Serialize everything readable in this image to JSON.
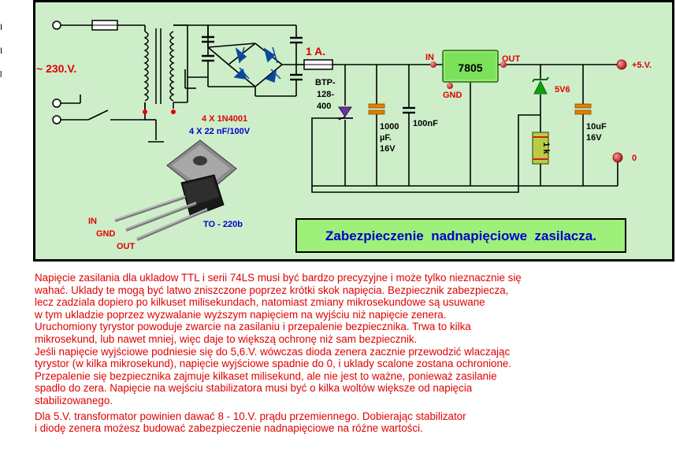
{
  "edge_marks": [
    "I",
    "I",
    "l"
  ],
  "diagram": {
    "mains_label": "~ 230.V.",
    "fuse_label": "1 A.",
    "diodes_label": "4 X 1N4001",
    "caps_label": "4 X 22 nF/100V",
    "thyristor_label": [
      "BTP-",
      "128-",
      "400"
    ],
    "cap1000_label": [
      "1000",
      "µF.",
      "16V"
    ],
    "cap100n_label": "100nF",
    "regulator_label": "7805",
    "reg_in_label": "IN",
    "reg_out_label": "OUT",
    "reg_gnd_label": "GND",
    "zener_label": "5V6",
    "resistor_label": "1 k",
    "cap10u_label": [
      "10uF",
      "16V"
    ],
    "out_plus_label": "+5.V.",
    "out_zero_label": "0",
    "package_label": "TO - 220b",
    "pin_labels": [
      "IN",
      "GND",
      "OUT"
    ],
    "title": "Zabezpieczenie  nadnapięciowe  zasilacza."
  },
  "description": [
    "Napięcie zasilania dla ukladow TTL i serii 74LS musi być bardzo precyzyjne i może tylko nieznacznie się",
    "wahać. Uklady te mogą być latwo zniszczone poprzez krótki skok napięcia. Bezpiecznik zabezpiecza,",
    " lecz  zadziala dopiero po kilkuset milisekundach, natomiast zmiany mikrosekundowe są usuwane",
    " w tym ukladzie poprzez wyzwalanie wyższym napięciem na wyjściu niż napięcie zenera.",
    "Uruchomiony tyrystor powoduje zwarcie na zasilaniu i przepalenie bezpiecznika. Trwa to kilka",
    " mikrosekund, lub nawet mniej, więc daje to większą ochronę niż sam bezpiecznik.",
    "Jeśli napięcie wyjściowe podniesie się do 5,6.V. wówczas dioda zenera zacznie przewodzić wlaczając",
    " tyrystor (w kilka mikrosekund), napięcie wyjściowe spadnie do 0, i uklady scalone zostana ochronione.",
    " Przepalenie się bezpiecznika zajmuje kilkaset milisekund, ale nie jest to ważne, ponieważ zasilanie",
    "  spadlo do zera. Napięcie na wejściu stabilizatora musi być o kilka woltów większe od napięcia",
    " stabilizowanego.",
    " Dla 5.V. transformator powinien dawać 8 - 10.V. prądu przemiennego. Dobierając stabilizator",
    "  i diodę zenera  możesz budować zabezpieczenie nadnapięciowe na różne wartości."
  ],
  "colors": {
    "panel_bg": "#cdeec9",
    "wire": "#000000",
    "red_text": "#e00000",
    "blue_text": "#0000c8",
    "regulator": "#7be05a",
    "title_box": "#9ff07a",
    "capacitor": "#e08000",
    "diode": "#0a4a9a",
    "zener": "#12a012",
    "terminal": "#d02828"
  }
}
